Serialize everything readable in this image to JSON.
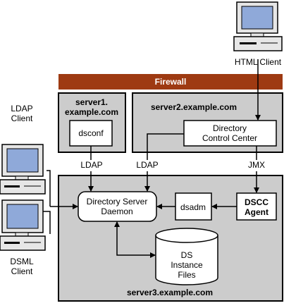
{
  "firewall": {
    "label": "Firewall",
    "color": "#9e3a12"
  },
  "servers": {
    "server1": {
      "line1": "server1.",
      "line2": "example.com"
    },
    "server2": {
      "label": "server2.example.com"
    },
    "server3": {
      "label": "server3.example.com"
    }
  },
  "components": {
    "dsconf": "dsconf",
    "dcc": {
      "line1": "Directory",
      "line2": "Control Center"
    },
    "ds_daemon": {
      "line1": "Directory Server",
      "line2": "Daemon"
    },
    "dsadm": "dsadm",
    "dscc_agent": {
      "line1": "DSCC",
      "line2": "Agent"
    },
    "ds_instance_files": {
      "line1": "DS",
      "line2": "Instance",
      "line3": "Files"
    }
  },
  "clients": {
    "html_client": {
      "label": "HTML Client",
      "icon": "computer-icon"
    },
    "ldap_client": {
      "line1": "LDAP",
      "line2": "Client",
      "icon": "computer-icon"
    },
    "dsml_client": {
      "line1": "DSML",
      "line2": "Client",
      "icon": "computer-icon"
    }
  },
  "protocols": {
    "ldap_left": "LDAP",
    "ldap_mid": "LDAP",
    "jmx": "JMX"
  },
  "colors": {
    "server_fill": "#cccccc",
    "monitor_blue": "#8fa9d9",
    "box_fill": "#ffffff",
    "stroke": "#000000"
  }
}
